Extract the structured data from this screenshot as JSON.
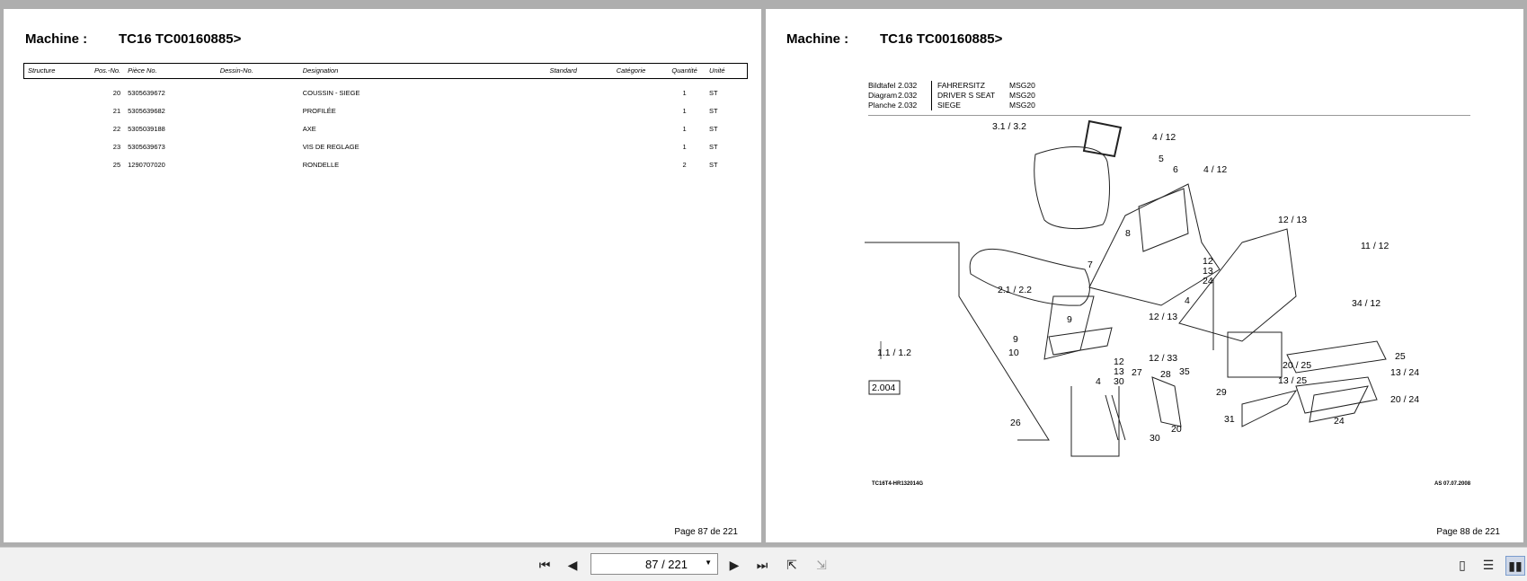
{
  "left_page": {
    "machine_label": "Machine :",
    "machine_value": "TC16 TC00160885>",
    "columns": [
      "Structure",
      "Pos.-No.",
      "Pièce No.",
      "Dessin-No.",
      "Designation",
      "Standard",
      "Catégorie",
      "Quantité",
      "Unité"
    ],
    "rows": [
      {
        "pos": "20",
        "piece": "5305639672",
        "designation": "COUSSIN - SIEGE",
        "qty": "1",
        "unit": "ST"
      },
      {
        "pos": "21",
        "piece": "5305639682",
        "designation": "PROFILÉE",
        "qty": "1",
        "unit": "ST"
      },
      {
        "pos": "22",
        "piece": "5305039188",
        "designation": "AXE",
        "qty": "1",
        "unit": "ST"
      },
      {
        "pos": "23",
        "piece": "5305639673",
        "designation": "VIS DE REGLAGE",
        "qty": "1",
        "unit": "ST"
      },
      {
        "pos": "25",
        "piece": "1290707020",
        "designation": "RONDELLE",
        "qty": "2",
        "unit": "ST"
      }
    ],
    "page_number": "Page 87 de 221"
  },
  "right_page": {
    "machine_label": "Machine :",
    "machine_value": "TC16 TC00160885>",
    "header_rows": [
      {
        "a": "Bildtafel",
        "b": "2.032",
        "c": "FAHRERSITZ",
        "d": "MSG20"
      },
      {
        "a": "Diagram",
        "b": "2.032",
        "c": "DRIVER S SEAT",
        "d": "MSG20"
      },
      {
        "a": "Planche",
        "b": "2.032",
        "c": "SIEGE",
        "d": "MSG20"
      }
    ],
    "diagram_labels": [
      "3.1 / 3.2",
      "4 / 12",
      "5",
      "6",
      "4 / 12",
      "8",
      "12 / 13",
      "11 / 12",
      "12",
      "13",
      "24",
      "7",
      "2.1 / 2.2",
      "4",
      "12 / 13",
      "34 / 12",
      "9",
      "9",
      "10",
      "1.1 / 1.2",
      "2.004",
      "12 / 33",
      "35",
      "12",
      "13",
      "30",
      "27",
      "28",
      "4",
      "29",
      "25",
      "20 / 25",
      "13 / 24",
      "13 / 25",
      "20 / 24",
      "26",
      "20",
      "31",
      "30",
      "24"
    ],
    "code_left": "TC16T4-HR132014G",
    "code_right": "AS 07.07.2008",
    "page_number": "Page 88 de 221"
  },
  "toolbar": {
    "page_indicator": "87 / 221"
  }
}
